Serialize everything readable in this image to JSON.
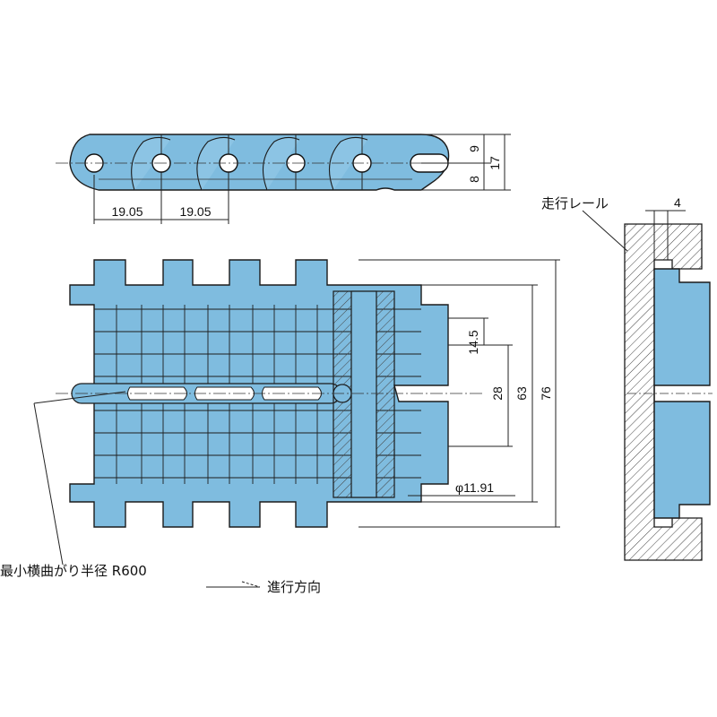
{
  "pitch_dimensions": [
    "19.05",
    "19.05"
  ],
  "side_dimensions": [
    "8",
    "9",
    "17"
  ],
  "width_dimensions": [
    "14.5",
    "28",
    "63",
    "76"
  ],
  "diameter_label": "φ11.91",
  "rail_label": "走行レール",
  "rail_gap": "4",
  "min_radius_label": "最小横曲がり半径 R600",
  "travel_direction_label": "進行方向",
  "colors": {
    "chain_fill": "#7fbcdf",
    "line": "#1b1b1b",
    "hatch": "#444444"
  }
}
